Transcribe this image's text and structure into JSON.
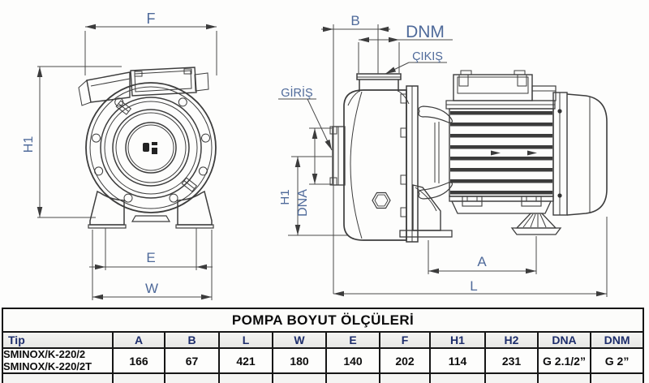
{
  "front_view": {
    "f": "F",
    "h1": "H1",
    "e": "E",
    "w": "W"
  },
  "side_view": {
    "b": "B",
    "dnm": "DNM",
    "cikis": "ÇIKIŞ",
    "giris": "GİRİŞ",
    "h1": "H1",
    "dna": "DNA",
    "a": "A",
    "l": "L"
  },
  "table": {
    "title": "POMPA BOYUT ÖLÇÜLERİ",
    "headers": [
      "Tip",
      "A",
      "B",
      "L",
      "W",
      "E",
      "F",
      "H1",
      "H2",
      "DNA",
      "DNM"
    ],
    "row": {
      "tip": [
        "SMINOX/K-220/2",
        "SMINOX/K-220/2T"
      ],
      "values": [
        "166",
        "67",
        "421",
        "180",
        "140",
        "202",
        "114",
        "231",
        "G 2.1/2”",
        "G 2”"
      ]
    }
  },
  "colors": {
    "dim_label": "#4f6a9a",
    "header_text": "#1d2d6b",
    "line_work": "#3d3d3d",
    "table_border": "#161616"
  }
}
